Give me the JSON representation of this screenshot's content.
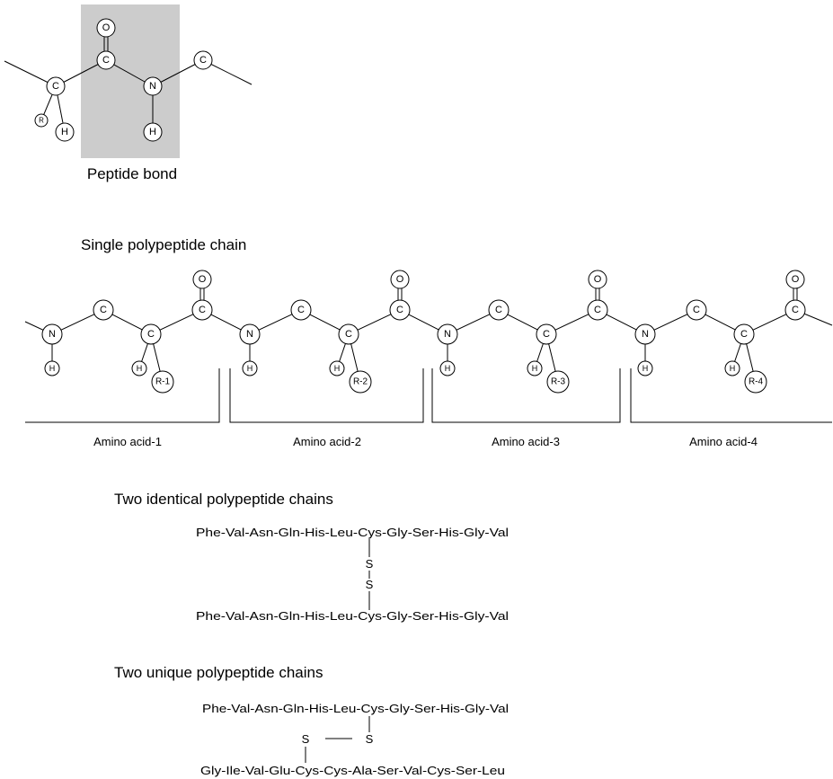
{
  "atoms": {
    "C": "C",
    "N": "N",
    "O": "O",
    "H": "H",
    "R": "R"
  },
  "peptide_bond": {
    "label": "Peptide bond"
  },
  "single_chain": {
    "title": "Single polypeptide chain",
    "residues": [
      {
        "side_chain": "R-1",
        "label": "Amino acid-1"
      },
      {
        "side_chain": "R-2",
        "label": "Amino acid-2"
      },
      {
        "side_chain": "R-3",
        "label": "Amino acid-3"
      },
      {
        "side_chain": "R-4",
        "label": "Amino acid-4"
      }
    ]
  },
  "identical_chains": {
    "title": "Two identical polypeptide chains",
    "chain_a": "Phe-Val-Asn-Gln-His-Leu-Cys-Gly-Ser-His-Gly-Val",
    "chain_b": "Phe-Val-Asn-Gln-His-Leu-Cys-Gly-Ser-His-Gly-Val",
    "bridge": [
      "S",
      "S"
    ]
  },
  "unique_chains": {
    "title": "Two unique polypeptide chains",
    "chain_a": "Phe-Val-Asn-Gln-His-Leu-Cys-Gly-Ser-His-Gly-Val",
    "chain_b": "Gly-Ile-Val-Glu-Cys-Cys-Ala-Ser-Val-Cys-Ser-Leu",
    "bridge": [
      "S",
      "S"
    ]
  }
}
